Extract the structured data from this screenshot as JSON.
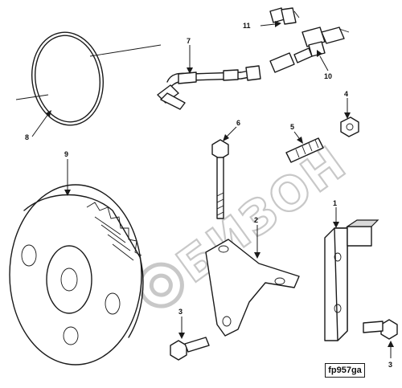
{
  "figure": {
    "reference_code": "fp957ga",
    "watermark": "БИЗОН",
    "callouts": [
      {
        "id": "1",
        "label": "1"
      },
      {
        "id": "2",
        "label": "2"
      },
      {
        "id": "3a",
        "label": "3"
      },
      {
        "id": "3b",
        "label": "3"
      },
      {
        "id": "4",
        "label": "4"
      },
      {
        "id": "5",
        "label": "5"
      },
      {
        "id": "6",
        "label": "6"
      },
      {
        "id": "7",
        "label": "7"
      },
      {
        "id": "8",
        "label": "8"
      },
      {
        "id": "9",
        "label": "9"
      },
      {
        "id": "10",
        "label": "10"
      },
      {
        "id": "11",
        "label": "11"
      }
    ]
  }
}
